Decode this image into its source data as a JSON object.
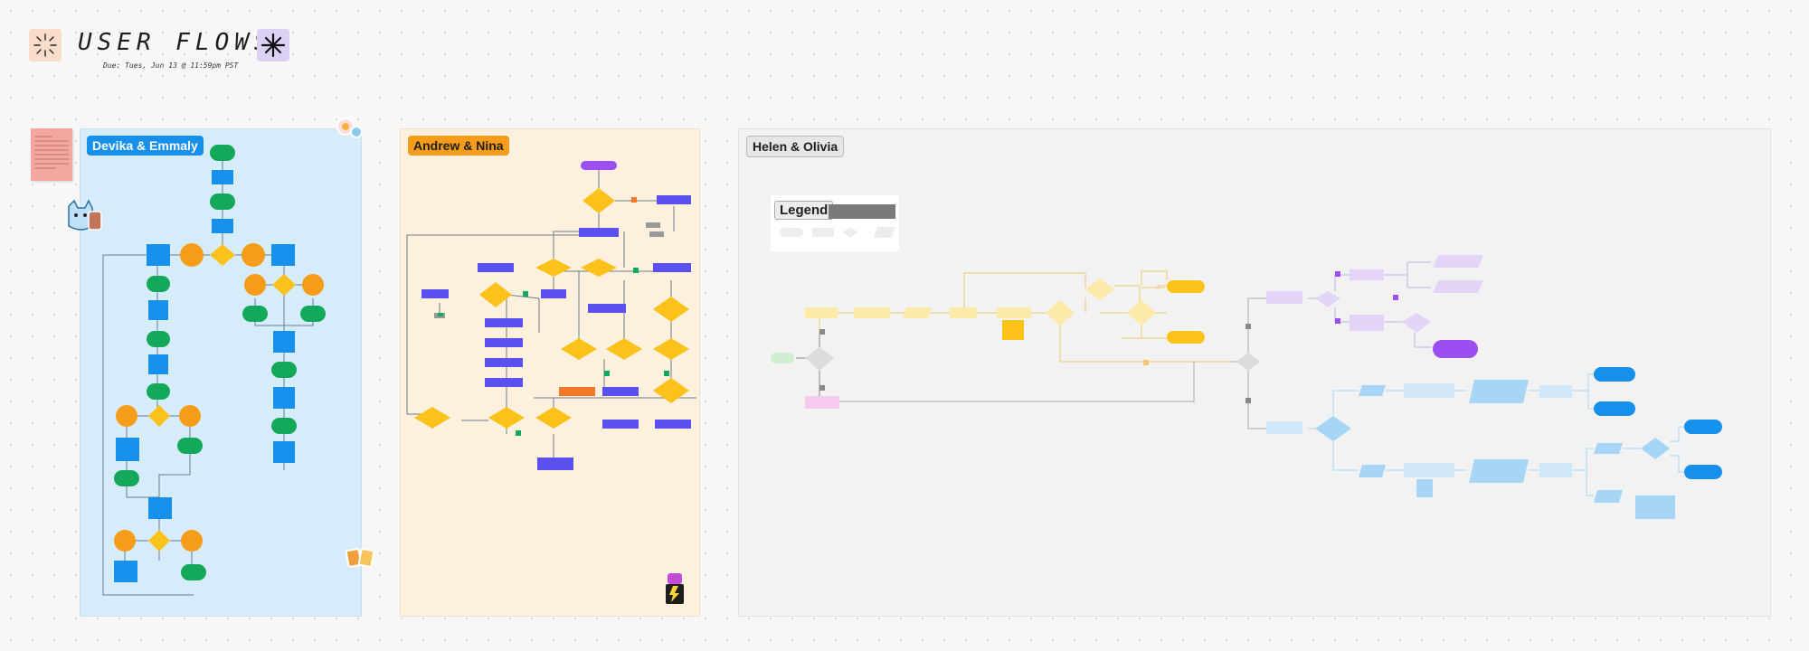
{
  "header": {
    "title": "USER FLOWS",
    "subtitle": "Due: Tues, Jun 13 @ 11:59pm PST",
    "left_icon": "sparkle-burst-icon",
    "right_icon": "star-asterisk-icon",
    "left_icon_bg": "#f9dcc9",
    "right_icon_bg": "#ddd0f5"
  },
  "sections": [
    {
      "label": "Devika & Emmaly",
      "bg": "#d7ecfb",
      "label_bg": "#1690ea",
      "label_color": "#ffffff"
    },
    {
      "label": "Andrew & Nina",
      "bg": "#fdf0dc",
      "label_bg": "#f59c1a",
      "label_color": "#1e1e1e"
    },
    {
      "label": "Helen & Olivia",
      "bg": "#f2f2f2",
      "label_bg": "#e6e6e6",
      "label_color": "#1e1e1e"
    }
  ],
  "legend": {
    "title": "Legend"
  },
  "colors": {
    "blue": "#1690ea",
    "green": "#14a85a",
    "orange": "#f59c1a",
    "yellow": "#fcc21b",
    "indigo": "#5a4ff0",
    "purple": "#9b4ff0",
    "lightyellow": "#fde9a8",
    "lightpurple": "#e3d4f8",
    "lightblue": "#a7d5f5",
    "pink": "#f7c9ef"
  }
}
